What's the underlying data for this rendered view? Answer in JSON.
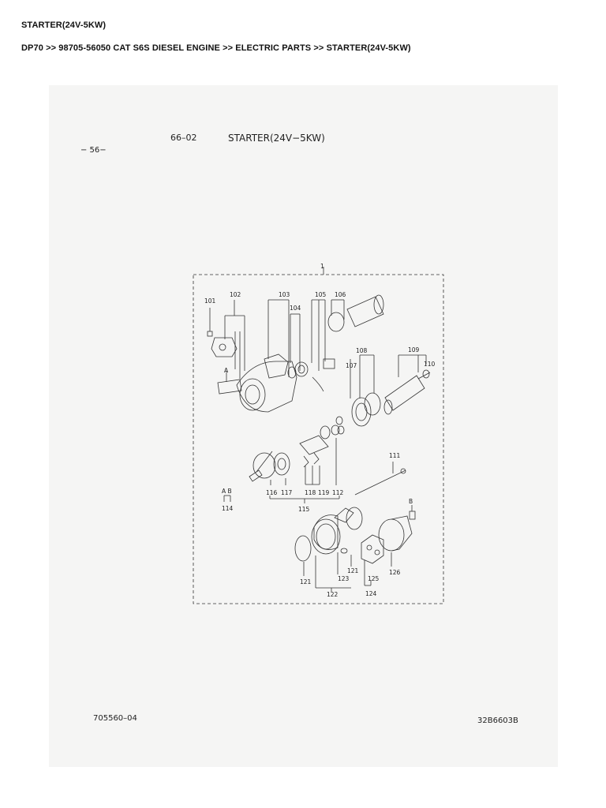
{
  "header": {
    "title": "STARTER(24V-5KW)",
    "breadcrumb": "DP70 >> 98705-56050 CAT S6S DIESEL ENGINE >> ELECTRIC PARTS >> STARTER(24V-5KW)"
  },
  "scan": {
    "section_number": "66–02",
    "section_title": "STARTER(24V−5KW)",
    "page_number": "− 56−",
    "document_code": "705560–04",
    "drawing_code": "32B6603B"
  },
  "diagram": {
    "callouts": {
      "c1": "1",
      "c101": "101",
      "c102": "102",
      "c103": "103",
      "c104": "104",
      "c105": "105",
      "c106": "106",
      "c107": "107",
      "c108": "108",
      "c109": "109",
      "c110": "110",
      "c111": "111",
      "c112": "112",
      "c114": "114",
      "c115": "115",
      "c116": "116",
      "c117": "117",
      "c118": "118",
      "c119": "119",
      "c121a": "121",
      "c121b": "121",
      "c122": "122",
      "c123": "123",
      "c124": "124",
      "c125": "125",
      "c126": "126",
      "cA1": "A",
      "cAB": "A  B",
      "cB": "B"
    }
  }
}
